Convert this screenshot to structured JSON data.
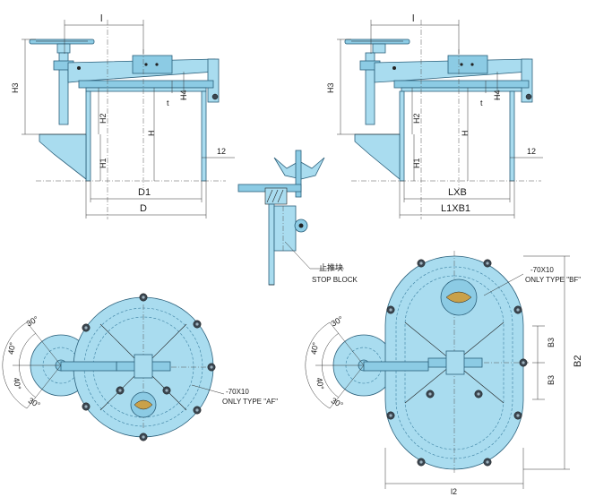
{
  "labels": {
    "l": "l",
    "h3": "H3",
    "h2": "H2",
    "h": "H",
    "h1": "H1",
    "h4": "H4",
    "t": "t",
    "twelve": "12",
    "d1": "D1",
    "d": "D",
    "lxb": "LXB",
    "l1xb1": "L1XB1",
    "stop_block_cn": "止推块",
    "stop_block_en": "STOP BLOCK",
    "note_af_1": "-70X10",
    "note_af_2": "ONLY TYPE \"AF\"",
    "note_bf_1": "-70X10",
    "note_bf_2": "ONLY TYPE \"BF\"",
    "deg30": "30°",
    "deg40": "40°",
    "b3": "B3",
    "b2": "B2",
    "l2": "l2"
  },
  "colors": {
    "hatch_fill": "#a9dcef",
    "outline": "#2a5f7a"
  }
}
